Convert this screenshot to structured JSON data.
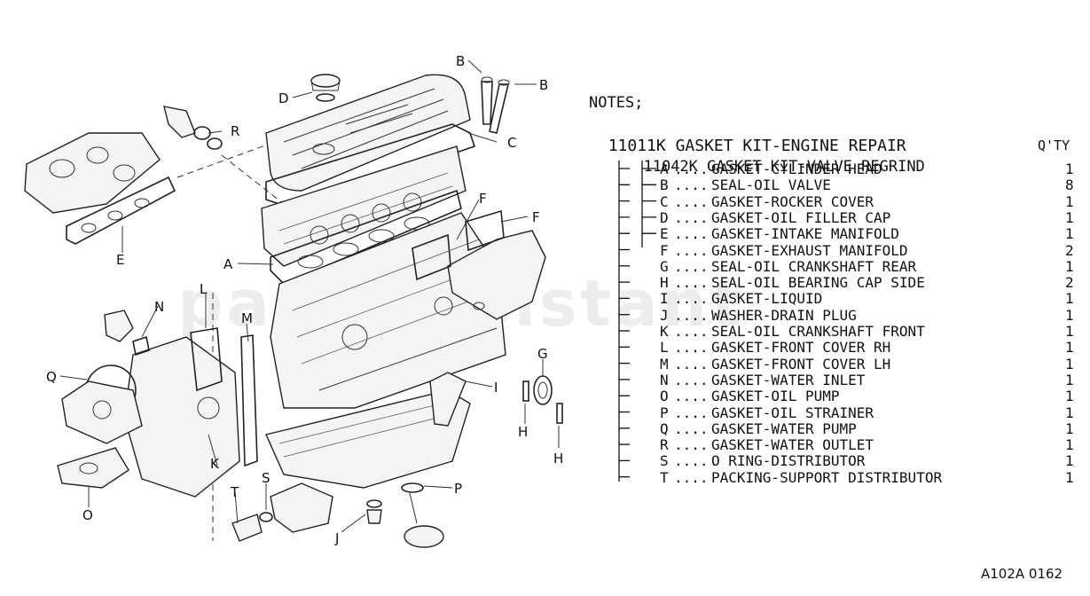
{
  "notes_label": "NOTES;",
  "kit": {
    "code": "11011K",
    "name": "GASKET KIT-ENGINE REPAIR"
  },
  "subkit": {
    "code": "11042K",
    "name": "GASKET KIT-VALVE REGRIND"
  },
  "qty_header": "Q'TY",
  "items": [
    {
      "letter": "A",
      "name": "GASKET-CYLINDER HEAD",
      "qty": "1"
    },
    {
      "letter": "B",
      "name": "SEAL-OIL VALVE",
      "qty": "8"
    },
    {
      "letter": "C",
      "name": "GASKET-ROCKER COVER",
      "qty": "1"
    },
    {
      "letter": "D",
      "name": "GASKET-OIL FILLER CAP",
      "qty": "1"
    },
    {
      "letter": "E",
      "name": "GASKET-INTAKE MANIFOLD",
      "qty": "1"
    },
    {
      "letter": "F",
      "name": "GASKET-EXHAUST MANIFOLD",
      "qty": "2"
    },
    {
      "letter": "G",
      "name": "SEAL-OIL CRANKSHAFT REAR",
      "qty": "1"
    },
    {
      "letter": "H",
      "name": "SEAL-OIL BEARING CAP SIDE",
      "qty": "2"
    },
    {
      "letter": "I",
      "name": "GASKET-LIQUID",
      "qty": "1"
    },
    {
      "letter": "J",
      "name": "WASHER-DRAIN PLUG",
      "qty": "1"
    },
    {
      "letter": "K",
      "name": "SEAL-OIL CRANKSHAFT FRONT",
      "qty": "1"
    },
    {
      "letter": "L",
      "name": "GASKET-FRONT COVER RH",
      "qty": "1"
    },
    {
      "letter": "M",
      "name": "GASKET-FRONT COVER LH",
      "qty": "1"
    },
    {
      "letter": "N",
      "name": "GASKET-WATER INLET",
      "qty": "1"
    },
    {
      "letter": "O",
      "name": "GASKET-OIL PUMP",
      "qty": "1"
    },
    {
      "letter": "P",
      "name": "GASKET-OIL STRAINER",
      "qty": "1"
    },
    {
      "letter": "Q",
      "name": "GASKET-WATER PUMP",
      "qty": "1"
    },
    {
      "letter": "R",
      "name": "GASKET-WATER OUTLET",
      "qty": "1"
    },
    {
      "letter": "S",
      "name": "O RING-DISTRIBUTOR",
      "qty": "1"
    },
    {
      "letter": "T",
      "name": "PACKING-SUPPORT DISTRIBUTOR",
      "qty": "1"
    }
  ],
  "callouts": {
    "A": "A",
    "B1": "B",
    "B2": "B",
    "C": "C",
    "D": "D",
    "E": "E",
    "F1": "F",
    "F2": "F",
    "G": "G",
    "H1": "H",
    "H2": "H",
    "I": "I",
    "J": "J",
    "K": "K",
    "L": "L",
    "M": "M",
    "N": "N",
    "O": "O",
    "P": "P",
    "Q": "Q",
    "R": "R",
    "S": "S",
    "T": "T"
  },
  "reference_code": "A102A 0162",
  "watermark": "partsassistant"
}
